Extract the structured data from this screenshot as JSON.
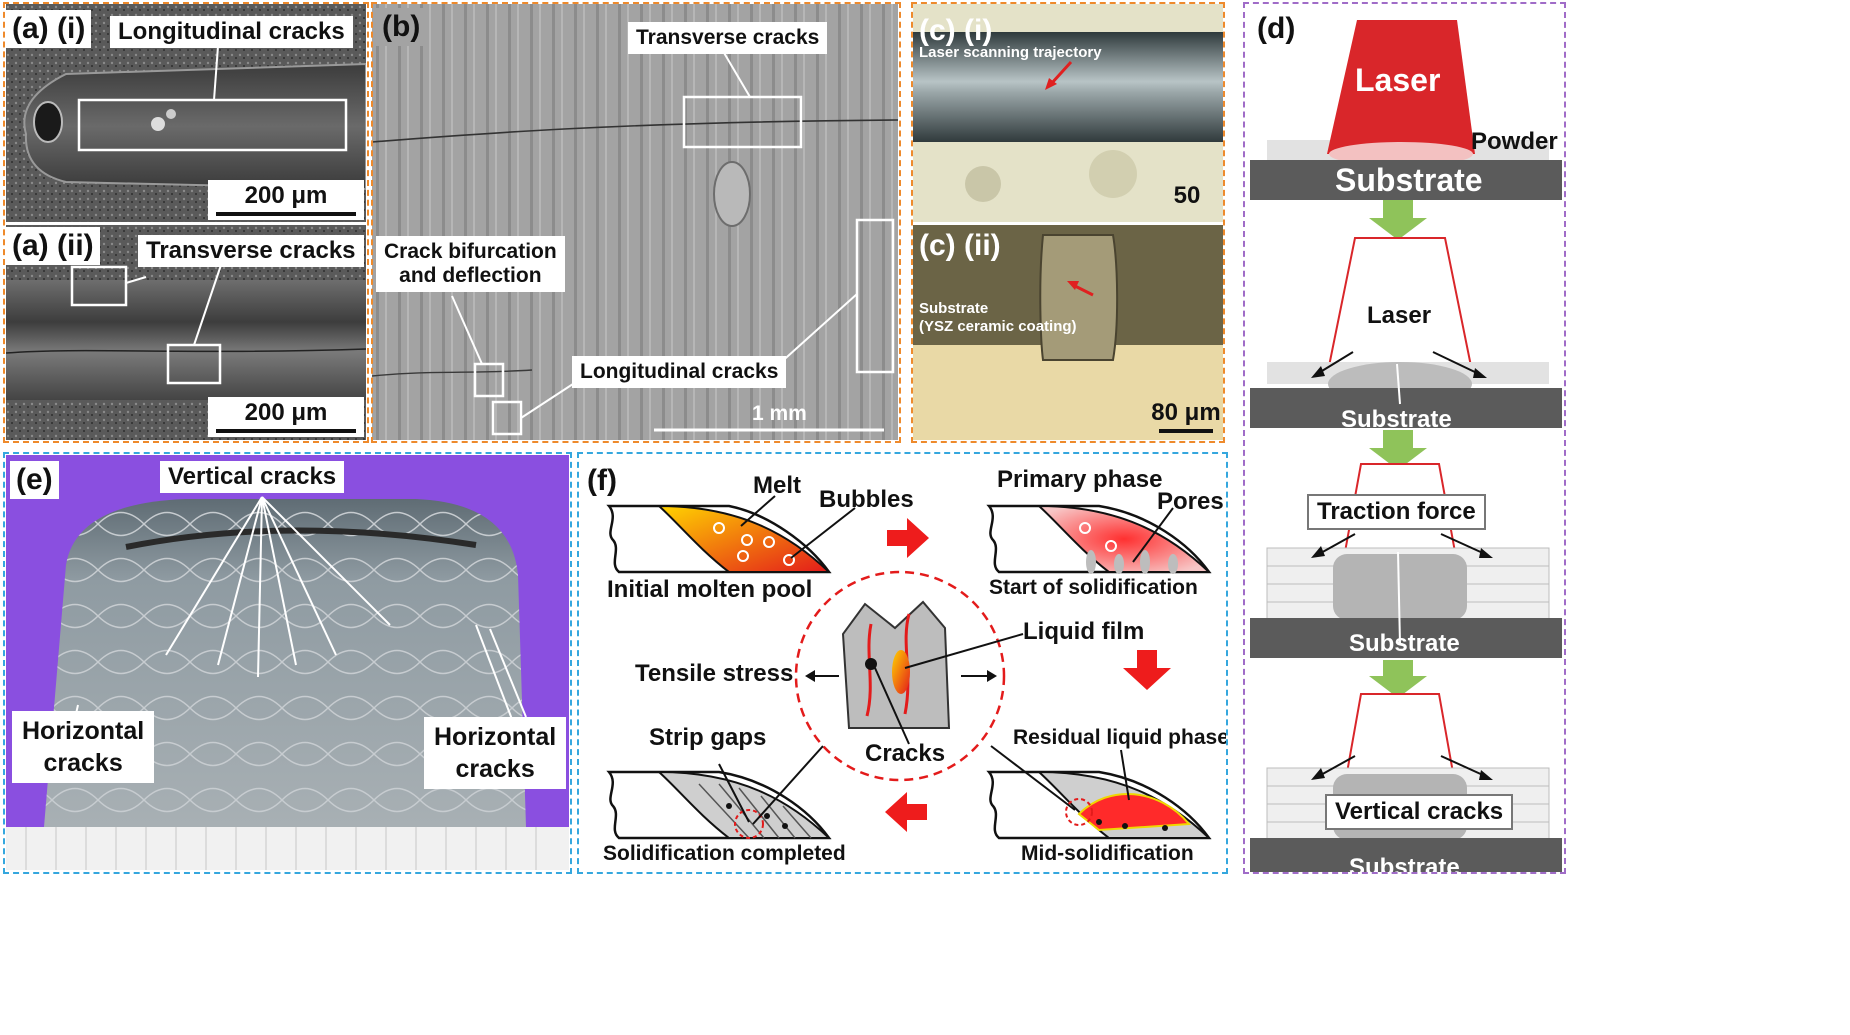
{
  "panels": {
    "a_i": {
      "label": "(a) (i)",
      "callout": "Longitudinal cracks",
      "scale": "200 μm"
    },
    "a_ii": {
      "label": "(a) (ii)",
      "callout": "Transverse cracks",
      "scale": "200 μm"
    },
    "b": {
      "label": "(b)",
      "callout_top": "Transverse cracks",
      "callout_left_line1": "Crack bifurcation",
      "callout_left_line2": "and deflection",
      "callout_bottom": "Longitudinal cracks",
      "scale": "1 mm"
    },
    "c_i": {
      "label": "(c) (i)",
      "note": "Laser scanning trajectory",
      "scale": "50 μm"
    },
    "c_ii": {
      "label": "(c) (ii)",
      "note_line1": "Substrate",
      "note_line2": "(YSZ ceramic coating)",
      "scale": "80 μm"
    },
    "d": {
      "label": "(d)",
      "laser_top": "Laser",
      "powder": "Powder",
      "substrate_1": "Substrate",
      "laser_2": "Laser",
      "substrate_2": "Substrate",
      "traction": "Traction force",
      "substrate_3": "Substrate",
      "vertical": "Vertical cracks",
      "substrate_4": "Substrate"
    },
    "e": {
      "label": "(e)",
      "vertical": "Vertical cracks",
      "horiz_left_1": "Horizontal",
      "horiz_left_2": "cracks",
      "horiz_right_1": "Horizontal",
      "horiz_right_2": "cracks"
    },
    "f": {
      "label": "(f)",
      "melt": "Melt",
      "bubbles": "Bubbles",
      "initial": "Initial molten pool",
      "primary": "Primary phase",
      "pores": "Pores",
      "start": "Start of solidification",
      "liquid_film": "Liquid film",
      "tensile": "Tensile stress",
      "cracks": "Cracks",
      "strip_gaps": "Strip gaps",
      "residual": "Residual liquid phase",
      "completed": "Solidification completed",
      "mid": "Mid-solidification"
    }
  },
  "colors": {
    "orange_border": "#ee8a2c",
    "blue_border": "#35a7de",
    "purple_border": "#a06cc8",
    "laser_red": "#d9262a",
    "arrow_green": "#8fc35a",
    "substrate_gray": "#5b5b5b",
    "purple_bg": "#8a4fe0",
    "red_arrow": "#ee1c1c"
  }
}
